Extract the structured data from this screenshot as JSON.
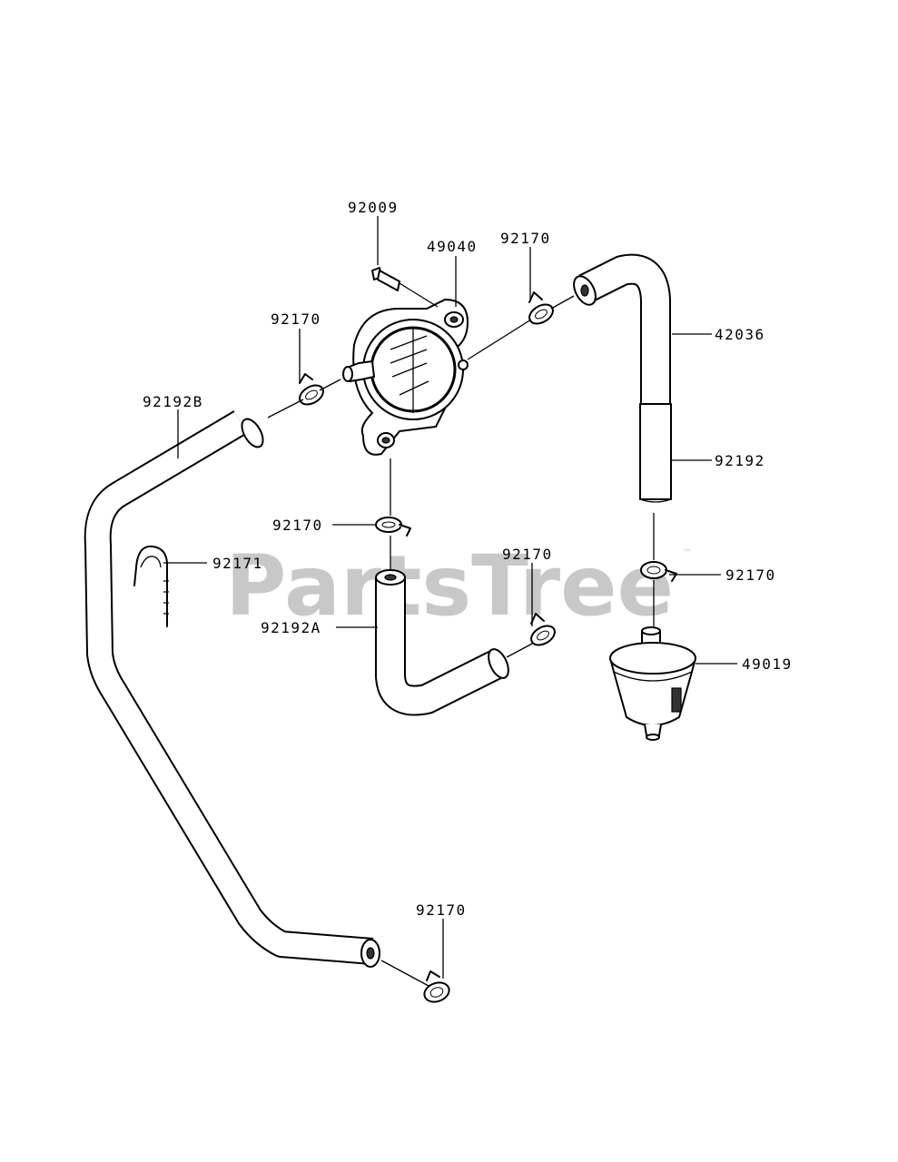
{
  "watermark": {
    "text": "PartsTree",
    "trademark": "™"
  },
  "callouts": [
    {
      "id": "c1",
      "part_number": "92009"
    },
    {
      "id": "c2",
      "part_number": "49040"
    },
    {
      "id": "c3",
      "part_number": "92170"
    },
    {
      "id": "c4",
      "part_number": "92170"
    },
    {
      "id": "c5",
      "part_number": "42036"
    },
    {
      "id": "c6",
      "part_number": "92192B"
    },
    {
      "id": "c7",
      "part_number": "92192"
    },
    {
      "id": "c8",
      "part_number": "92170"
    },
    {
      "id": "c9",
      "part_number": "92171"
    },
    {
      "id": "c10",
      "part_number": "92170"
    },
    {
      "id": "c11",
      "part_number": "92170"
    },
    {
      "id": "c12",
      "part_number": "92192A"
    },
    {
      "id": "c13",
      "part_number": "49019"
    },
    {
      "id": "c14",
      "part_number": "92170"
    }
  ]
}
